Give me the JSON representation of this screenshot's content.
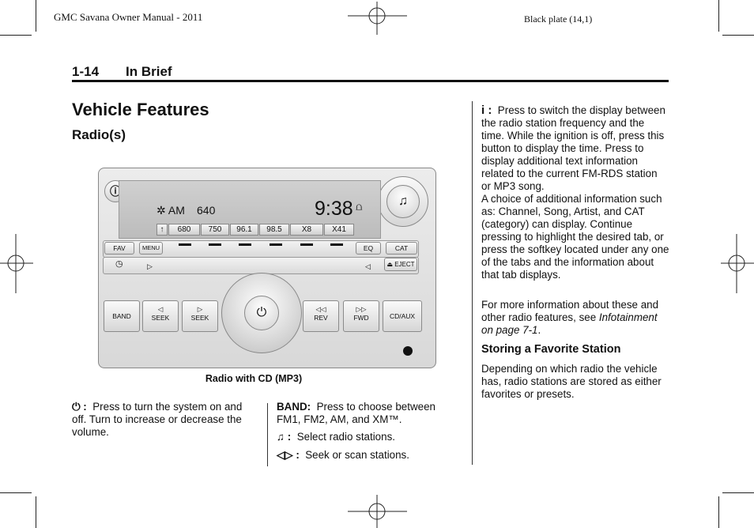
{
  "header": {
    "left": "GMC Savana Owner Manual - 2011",
    "right": "Black plate (14,1)"
  },
  "section": {
    "number": "1-14",
    "title": "In Brief"
  },
  "title": "Vehicle Features",
  "subtitle": "Radio(s)",
  "figure": {
    "caption": "Radio with CD (MP3)",
    "display": {
      "band": "AM",
      "freq": "640",
      "clock": "9:38",
      "presets": [
        "680",
        "750",
        "96.1",
        "98.5",
        "X8",
        "X41"
      ]
    },
    "buttons": {
      "fav": "FAV",
      "menu": "MENU",
      "eq": "EQ",
      "cat": "CAT",
      "eject": "EJECT",
      "band": "BAND",
      "seek": "SEEK",
      "rev": "REV",
      "fwd": "FWD",
      "cdaux": "CD/AUX"
    }
  },
  "left_col": {
    "power_text": "Press to turn the system on and off. Turn to increase or decrease the volume."
  },
  "mid_col": {
    "band_label": "BAND:",
    "band_text": "Press to choose between FM1, FM2, AM, and XM™.",
    "music_text": "Select radio stations.",
    "seek_text": "Seek or scan stations."
  },
  "right_col": {
    "info_text": "Press to switch the display between the radio station frequency and the time. While the ignition is off, press this button to display the time. Press to display additional text information related to the current FM-RDS station or MP3 song.",
    "info_more": "A choice of additional information such as: Channel, Song, Artist, and CAT (category) can display. Continue pressing to highlight the desired tab, or press the softkey located under any one of the tabs and the information about that tab displays.",
    "more_info_pre": "For more information about these and other radio features, see",
    "more_info_link": "Infotainment on page 7-1",
    "more_info_post": ".",
    "fav_heading": "Storing a Favorite Station",
    "fav_text": "Depending on which radio the vehicle has, radio stations are stored as either favorites or presets."
  }
}
